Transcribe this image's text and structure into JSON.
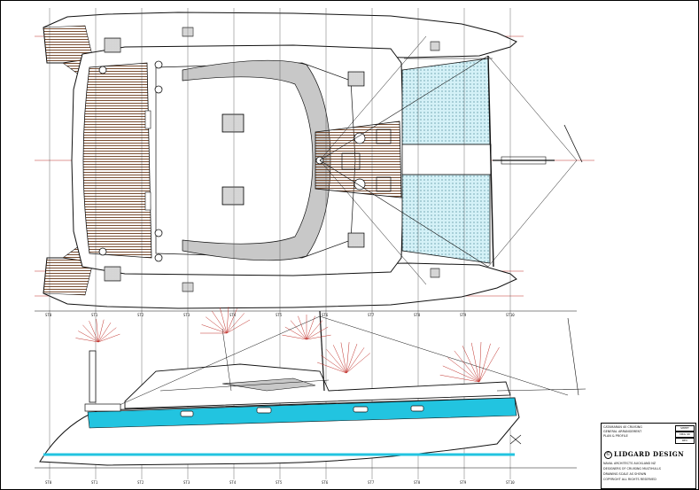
{
  "drawing": {
    "stations": [
      {
        "id": "s0",
        "label": "ST0"
      },
      {
        "id": "s1",
        "label": "ST1"
      },
      {
        "id": "s2",
        "label": "ST2"
      },
      {
        "id": "s3",
        "label": "ST3"
      },
      {
        "id": "s4",
        "label": "ST4"
      },
      {
        "id": "s5",
        "label": "ST5"
      },
      {
        "id": "s6",
        "label": "ST6"
      },
      {
        "id": "s7",
        "label": "ST7"
      },
      {
        "id": "s8",
        "label": "ST8"
      },
      {
        "id": "s9",
        "label": "ST9"
      },
      {
        "id": "s10",
        "label": "ST10"
      }
    ],
    "colors": {
      "line": "#111111",
      "hatch": "#6b3a1a",
      "trampoline": "#cfeff5",
      "cabin_grey": "#c8c8c8",
      "hull_stripe": "#22c4e0",
      "centerline": "#c0302a"
    }
  },
  "title_block": {
    "row1": "CATAMARAN 40 CRUISING",
    "row2": "GENERAL ARRANGEMENT",
    "row3": "PLAN & PROFILE",
    "logo_mark": "©",
    "logo_text": "LIDGARD DESIGN",
    "row4": "NAVAL ARCHITECTS AUCKLAND NZ",
    "row5": "DESIGNERS OF CRUISING MULTIHULLS",
    "row6": "DRAWING SCALE AS SHOWN",
    "row7": "COPYRIGHT ALL RIGHTS RESERVED",
    "box1": "SHEET",
    "box2": "DRG 40",
    "box3": "REV"
  }
}
